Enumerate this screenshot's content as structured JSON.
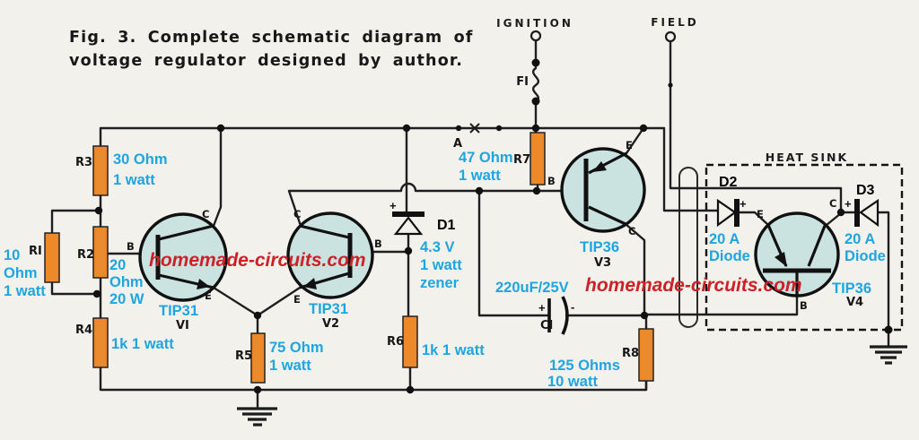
{
  "title": {
    "line1": "Fig. 3. Complete schematic diagram of",
    "line2": "voltage regulator designed by author."
  },
  "terminals": {
    "ignition": "IGNITION",
    "field": "FIELD"
  },
  "labels": {
    "heat_sink": "HEAT SINK",
    "point_a": "A",
    "fuse_ref": "FI"
  },
  "watermark": {
    "text": "homemade-circuits.com"
  },
  "resistors": {
    "r1": {
      "ref": "RI",
      "lines": [
        "10",
        "Ohm",
        "1 watt"
      ]
    },
    "r2": {
      "ref": "R2",
      "lines": [
        "20",
        "Ohm",
        "20 W"
      ]
    },
    "r3": {
      "ref": "R3",
      "lines": [
        "30 Ohm",
        "1 watt"
      ]
    },
    "r4": {
      "ref": "R4",
      "lines": [
        "1k 1 watt"
      ]
    },
    "r5": {
      "ref": "R5",
      "lines": [
        "75 Ohm",
        "1 watt"
      ]
    },
    "r6": {
      "ref": "R6",
      "lines": [
        "1k 1 watt"
      ]
    },
    "r7": {
      "ref": "R7",
      "lines": [
        "47 Ohm",
        "1 watt"
      ]
    },
    "r8": {
      "ref": "R8",
      "lines": [
        "125 Ohms",
        "10 watt"
      ]
    }
  },
  "transistors": {
    "v1": {
      "part": "TIP31",
      "ref": "VI",
      "pins": {
        "b": "B",
        "c": "C",
        "e": "E"
      }
    },
    "v2": {
      "part": "TIP31",
      "ref": "V2",
      "pins": {
        "b": "B",
        "c": "C",
        "e": "E"
      }
    },
    "v3": {
      "part": "TIP36",
      "ref": "V3",
      "pins": {
        "b": "B",
        "c": "C",
        "e": "E"
      }
    },
    "v4": {
      "part": "TIP36",
      "ref": "V4",
      "pins": {
        "b": "B",
        "c": "C",
        "e": "E"
      }
    }
  },
  "diodes": {
    "d1": {
      "ref": "D1",
      "plus": "+",
      "lines": [
        "4.3 V",
        "1 watt",
        "zener"
      ]
    },
    "d2": {
      "ref": "D2",
      "plus": "+",
      "lines": [
        "20 A",
        "Diode"
      ]
    },
    "d3": {
      "ref": "D3",
      "plus": "+",
      "lines": [
        "20 A",
        "Diode"
      ]
    }
  },
  "capacitor": {
    "ref": "CI",
    "value": "220uF/25V",
    "plus": "+",
    "minus": "-"
  },
  "colors": {
    "background": "#f2f1ec",
    "resistor_body": "#ec8a2b",
    "transistor_fill": "#cbe3e0",
    "value_text": "#1ea5e2",
    "watermark": "#ce2127",
    "wire": "#1f1f1f"
  }
}
